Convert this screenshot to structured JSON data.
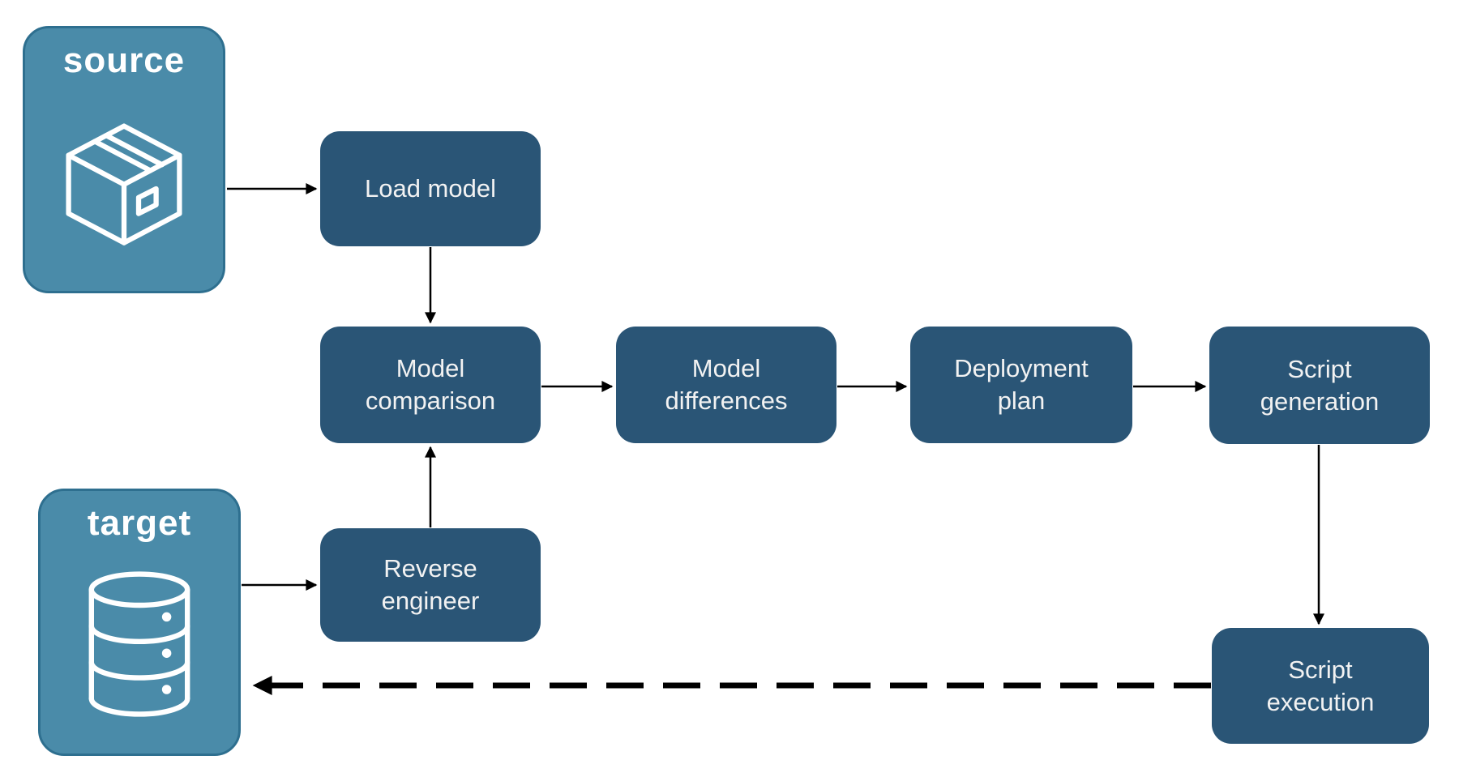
{
  "diagram": {
    "background": "#FFFFFF",
    "colors": {
      "entity_fill": "#4A8BA9",
      "entity_border": "#2E6F8F",
      "node_fill": "#2A5576",
      "text_color": "#F2F2F2",
      "arrow_color": "#000000"
    },
    "entities": [
      {
        "id": "source",
        "label": "source",
        "icon": "package-icon"
      },
      {
        "id": "target",
        "label": "target",
        "icon": "database-icon"
      }
    ],
    "nodes": [
      {
        "id": "load-model",
        "label": "Load model"
      },
      {
        "id": "model-comparison",
        "label": "Model\ncomparison"
      },
      {
        "id": "model-differences",
        "label": "Model\ndifferences"
      },
      {
        "id": "deployment-plan",
        "label": "Deployment\nplan"
      },
      {
        "id": "script-generation",
        "label": "Script\ngeneration"
      },
      {
        "id": "reverse-engineer",
        "label": "Reverse\nengineer"
      },
      {
        "id": "script-execution",
        "label": "Script\nexecution"
      }
    ],
    "edges": [
      {
        "from": "source",
        "to": "load-model",
        "style": "solid"
      },
      {
        "from": "load-model",
        "to": "model-comparison",
        "style": "solid"
      },
      {
        "from": "model-comparison",
        "to": "model-differences",
        "style": "solid"
      },
      {
        "from": "model-differences",
        "to": "deployment-plan",
        "style": "solid"
      },
      {
        "from": "deployment-plan",
        "to": "script-generation",
        "style": "solid"
      },
      {
        "from": "script-generation",
        "to": "script-execution",
        "style": "solid"
      },
      {
        "from": "target",
        "to": "reverse-engineer",
        "style": "solid"
      },
      {
        "from": "reverse-engineer",
        "to": "model-comparison",
        "style": "solid"
      },
      {
        "from": "script-execution",
        "to": "target",
        "style": "dashed"
      }
    ]
  }
}
